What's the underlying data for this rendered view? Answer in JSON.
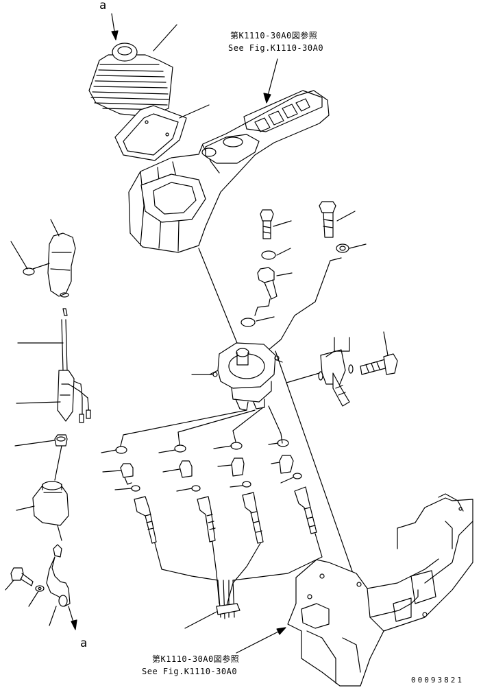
{
  "diagram": {
    "callouts": {
      "top": "a",
      "bottom": "a"
    },
    "references": {
      "top": {
        "jp": "第K1110-30A0図参照",
        "en": "See Fig.K1110-30A0"
      },
      "bottom": {
        "jp": "第K1110-30A0図参照",
        "en": "See Fig.K1110-30A0"
      }
    },
    "part_number": "00093821"
  },
  "colors": {
    "ink": "#000000",
    "paper": "#ffffff"
  }
}
